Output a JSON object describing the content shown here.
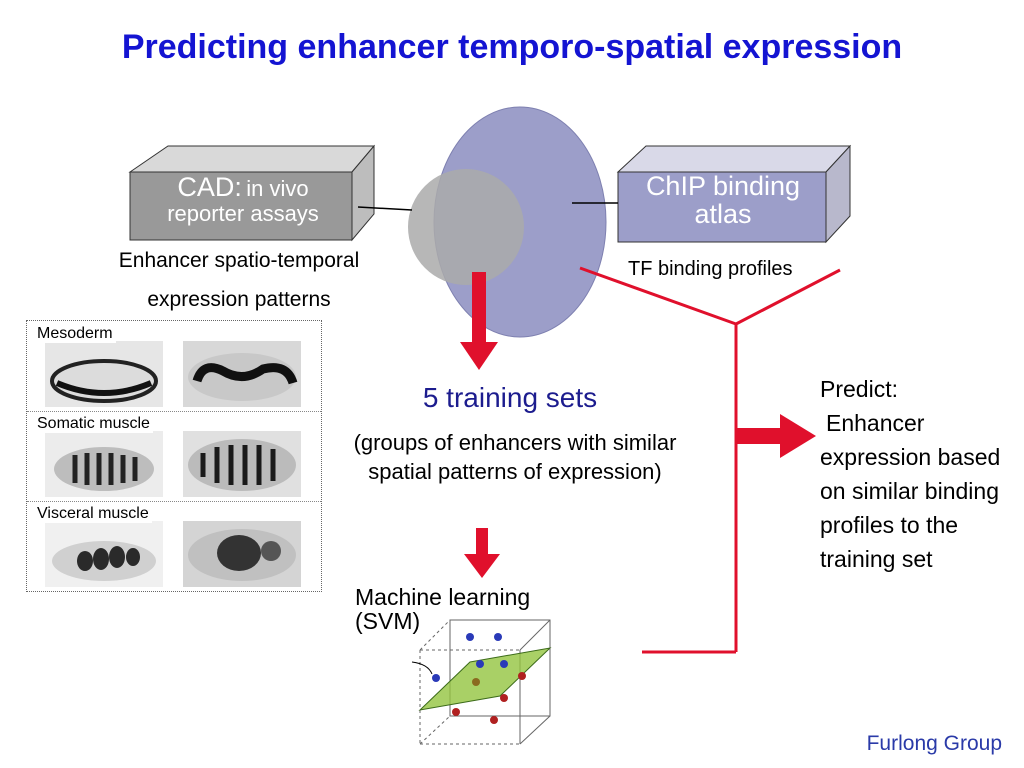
{
  "title": "Predicting enhancer temporo-spatial expression",
  "cad_box": {
    "big": "CAD:",
    "small_line1": "in vivo",
    "line2": "reporter assays"
  },
  "chip_box": {
    "line1": "ChIP binding",
    "line2": "atlas"
  },
  "enhancer_caption": {
    "line1": "Enhancer spatio-temporal",
    "line2": "expression patterns"
  },
  "tf_caption": "TF binding profiles",
  "panel": {
    "rows": [
      {
        "label": "Mesoderm"
      },
      {
        "label": "Somatic muscle"
      },
      {
        "label": "Visceral muscle"
      }
    ]
  },
  "training": {
    "title": "5 training sets",
    "description": "(groups of enhancers with similar spatial patterns of expression)"
  },
  "ml": {
    "line1": "Machine learning",
    "line2": "(SVM)"
  },
  "predict": {
    "heading": "Predict",
    "colon": ":",
    "text": "Enhancer expression based on similar binding profiles to the training set"
  },
  "credit": "Furlong Group",
  "colors": {
    "title": "#1414d2",
    "arrow": "#e0102c",
    "ellipse": "#9a9cc8",
    "circle": "#a8a8a8",
    "box": "#999999",
    "training_title": "#1c1c8e",
    "credit": "#2a3aa8"
  }
}
